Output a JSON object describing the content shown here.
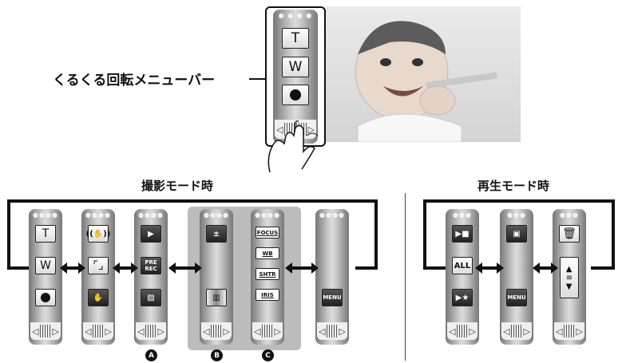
{
  "callout_label": "くるくる回転メニューバー",
  "record_heading": "撮影モード時",
  "play_heading": "再生モード時",
  "top_menu": {
    "tele": "T",
    "wide": "W"
  },
  "rec_menus": {
    "c1": {
      "top": "T",
      "mid": "W"
    },
    "c4_tags": [
      "FOCUS",
      "WB",
      "SHTR",
      "IRIS"
    ],
    "menu_label": "MENU",
    "prerec_label": "PRE-REC"
  },
  "play_menus": {
    "all_label": "ALL",
    "menu_label": "MENU"
  },
  "markers": [
    "A",
    "B",
    "C"
  ]
}
